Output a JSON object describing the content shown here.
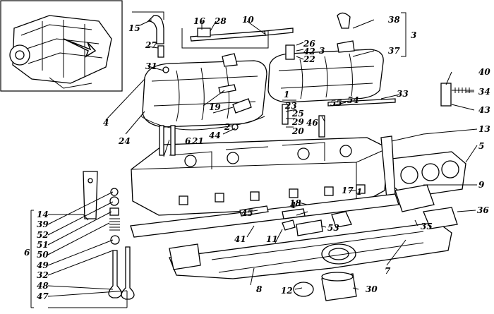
{
  "diagram": {
    "labels": [
      {
        "id": "l1",
        "text": "1"
      },
      {
        "id": "l1b",
        "text": "1"
      },
      {
        "id": "l1c",
        "text": "1"
      },
      {
        "id": "l2",
        "text": "2"
      },
      {
        "id": "l3a",
        "text": "3"
      },
      {
        "id": "l3b",
        "text": "3"
      },
      {
        "id": "l4",
        "text": "4"
      },
      {
        "id": "l5",
        "text": "5"
      },
      {
        "id": "l6a",
        "text": "6"
      },
      {
        "id": "l6b",
        "text": "6"
      },
      {
        "id": "l7",
        "text": "7"
      },
      {
        "id": "l8",
        "text": "8"
      },
      {
        "id": "l9",
        "text": "9"
      },
      {
        "id": "l10",
        "text": "10"
      },
      {
        "id": "l11",
        "text": "11"
      },
      {
        "id": "l12",
        "text": "12"
      },
      {
        "id": "l13",
        "text": "13"
      },
      {
        "id": "l14",
        "text": "14"
      },
      {
        "id": "l15",
        "text": "15"
      },
      {
        "id": "l16",
        "text": "16"
      },
      {
        "id": "l17",
        "text": "17"
      },
      {
        "id": "l18",
        "text": "18"
      },
      {
        "id": "l19",
        "text": "19"
      },
      {
        "id": "l20",
        "text": "20"
      },
      {
        "id": "l21",
        "text": "21"
      },
      {
        "id": "l22",
        "text": "22"
      },
      {
        "id": "l23",
        "text": "23"
      },
      {
        "id": "l24",
        "text": "24"
      },
      {
        "id": "l25",
        "text": "25"
      },
      {
        "id": "l26",
        "text": "26"
      },
      {
        "id": "l27",
        "text": "27"
      },
      {
        "id": "l28",
        "text": "28"
      },
      {
        "id": "l29",
        "text": "29"
      },
      {
        "id": "l30",
        "text": "30"
      },
      {
        "id": "l31",
        "text": "31"
      },
      {
        "id": "l32",
        "text": "32"
      },
      {
        "id": "l33",
        "text": "33"
      },
      {
        "id": "l34",
        "text": "34"
      },
      {
        "id": "l35",
        "text": "35"
      },
      {
        "id": "l36",
        "text": "36"
      },
      {
        "id": "l37",
        "text": "37"
      },
      {
        "id": "l38",
        "text": "38"
      },
      {
        "id": "l39",
        "text": "39"
      },
      {
        "id": "l40",
        "text": "40"
      },
      {
        "id": "l41",
        "text": "41"
      },
      {
        "id": "l42",
        "text": "42"
      },
      {
        "id": "l43",
        "text": "43"
      },
      {
        "id": "l44",
        "text": "44"
      },
      {
        "id": "l45",
        "text": "45"
      },
      {
        "id": "l46",
        "text": "46"
      },
      {
        "id": "l47",
        "text": "47"
      },
      {
        "id": "l48",
        "text": "48"
      },
      {
        "id": "l49",
        "text": "49"
      },
      {
        "id": "l50",
        "text": "50"
      },
      {
        "id": "l51",
        "text": "51"
      },
      {
        "id": "l52",
        "text": "52"
      },
      {
        "id": "l53",
        "text": "53"
      },
      {
        "id": "l54",
        "text": "54"
      },
      {
        "id": "l55",
        "text": "55"
      }
    ]
  }
}
